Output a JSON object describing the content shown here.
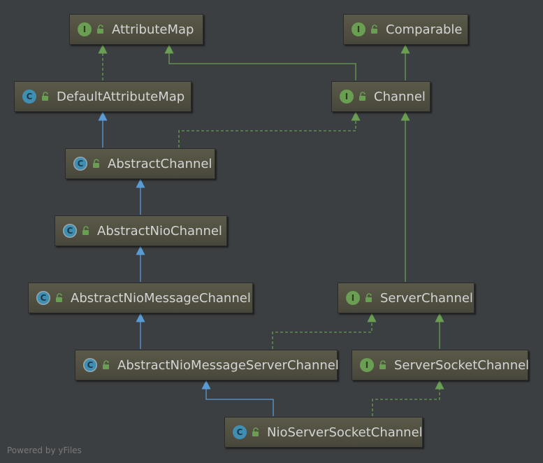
{
  "nodes": {
    "attribute_map": {
      "kind": "I",
      "label": "AttributeMap"
    },
    "comparable": {
      "kind": "I",
      "label": "Comparable"
    },
    "default_attribute_map": {
      "kind": "C",
      "label": "DefaultAttributeMap"
    },
    "channel": {
      "kind": "I",
      "label": "Channel"
    },
    "abstract_channel": {
      "kind": "C",
      "label": "AbstractChannel"
    },
    "abstract_nio_channel": {
      "kind": "C",
      "label": "AbstractNioChannel"
    },
    "abstract_nio_message_channel": {
      "kind": "C",
      "label": "AbstractNioMessageChannel"
    },
    "server_channel": {
      "kind": "I",
      "label": "ServerChannel"
    },
    "abstract_nio_message_server_channel": {
      "kind": "C",
      "label": "AbstractNioMessageServerChannel"
    },
    "server_socket_channel": {
      "kind": "I",
      "label": "ServerSocketChannel"
    },
    "nio_server_socket_channel": {
      "kind": "C",
      "label": "NioServerSocketChannel"
    }
  },
  "colors": {
    "background": "#3c3f41",
    "extends_edge": "#5b9bd5",
    "implements_edge": "#6a9e52",
    "interface_badge": "#6a9e52",
    "class_badge": "#3f8fb3"
  },
  "footer": "Powered by yFiles"
}
